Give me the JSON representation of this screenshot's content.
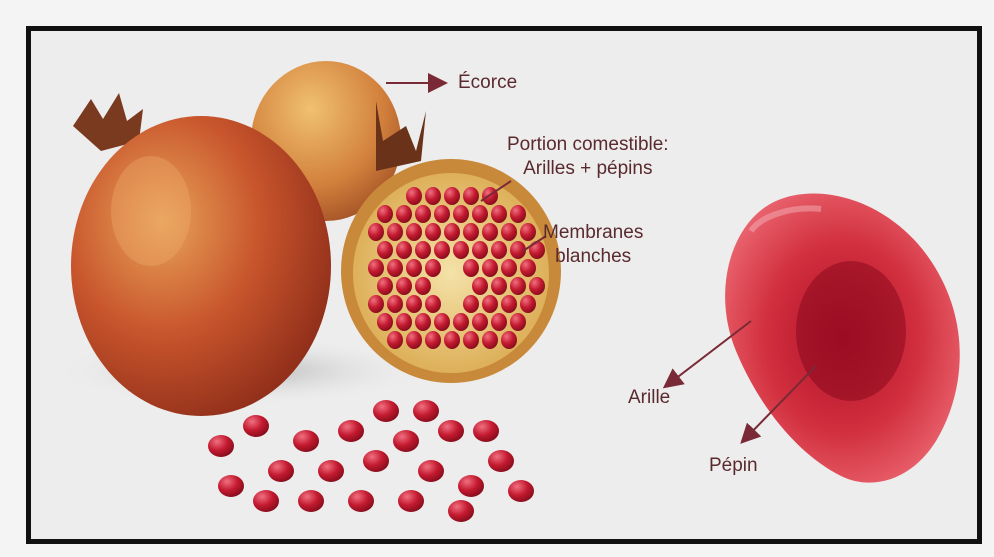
{
  "labels": {
    "ecorce": "Écorce",
    "portion_line1": "Portion comestible:",
    "portion_line2": "Arilles + pépins",
    "membranes_line1": "Membranes",
    "membranes_line2": "blanches",
    "arille": "Arille",
    "pepin": "Pépin"
  },
  "colors": {
    "frame_border": "#111111",
    "background": "#ededed",
    "label_text": "#5a2a2e",
    "pomegranate_skin": "#c8502a",
    "aril_red": "#b8182c",
    "arrow": "#7a2a36"
  }
}
